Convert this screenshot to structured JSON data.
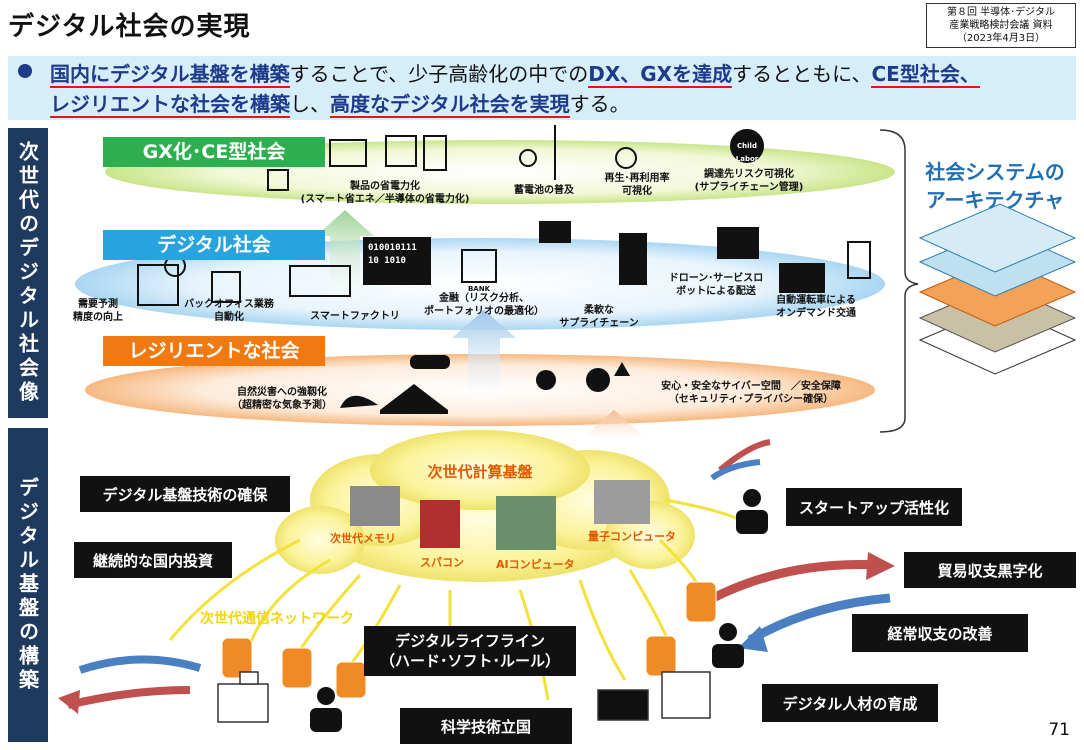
{
  "header": {
    "title": "デジタル社会の実現",
    "meeting_line1": "第８回 半導体･デジタル",
    "meeting_line2": "産業戦略検討会議 資料",
    "meeting_line3": "（2023年4月3日）"
  },
  "banner": {
    "p1": "国内にデジタル基盤を構築",
    "p2": "することで、少子高齢化の中での",
    "p3": "DX、GXを達成",
    "p4": "するとともに、",
    "p5": "CE型社会、",
    "p6": "レジリエントな社会を構築",
    "p7": "し、",
    "p8": "高度なデジタル社会を実現",
    "p9": "する。"
  },
  "side_labels": {
    "top": "次世代のデジタル社会像",
    "bottom": "デジタル基盤の構築"
  },
  "layers": {
    "gx": {
      "title": "GX化･CE型社会",
      "items": {
        "power_saving": "製品の省電力化\n(スマート省エネ／半導体の省電力化)",
        "battery": "蓄電池の普及",
        "recycle": "再生･再利用率\n可視化",
        "supply_risk": "調達先リスク可視化\n(サプライチェーン管理)"
      },
      "child_labor_sign": "Child Labor"
    },
    "digital": {
      "title": "デジタル社会",
      "binary": "010010111\n10 1010",
      "bank_sign": "BANK",
      "items": {
        "demand": "需要予測\n精度の向上",
        "backoffice": "バックオフィス業務\n自動化",
        "factory": "スマートファクトリ",
        "finance": "金融（リスク分析、\nポートフォリオの最適化）",
        "supply_chain": "柔軟な\nサプライチェーン",
        "drone": "ドローン･サービスロ\nボットによる配送",
        "autonomous": "自動運転車による\nオンデマンド交通"
      }
    },
    "resilient": {
      "title": "レジリエントな社会",
      "items": {
        "disaster": "自然災害への強靱化\n（超精密な気象予測）",
        "cyber": "安心・安全なサイバー空間　／安全保障\n（セキュリティ･プライバシー確保）"
      }
    }
  },
  "architecture": {
    "title": "社会システムの\nアーキテクチャ"
  },
  "infrastructure": {
    "cloud_title": "次世代計算基盤",
    "cloud_items": {
      "memory": "次世代メモリ",
      "supercomputer": "スパコン",
      "ai_computer": "AIコンピュータ",
      "quantum": "量子コンピュータ"
    },
    "network": "次世代通信ネットワーク",
    "boxes": {
      "tech": "デジタル基盤技術の確保",
      "investment": "継続的な国内投資",
      "lifeline": "デジタルライフライン\n（ハード･ソフト･ルール）",
      "science": "科学技術立国",
      "startup": "スタートアップ活性化",
      "trade": "貿易収支黒字化",
      "current": "経常収支の改善",
      "talent": "デジタル人材の育成"
    }
  },
  "page_number": "71",
  "colors": {
    "navy": "#1f3a5f",
    "gx_green": "#2eaf4f",
    "digital_blue": "#27a3e0",
    "resilient_orange": "#f07a12",
    "arch_blue": "#1f6fb5"
  }
}
